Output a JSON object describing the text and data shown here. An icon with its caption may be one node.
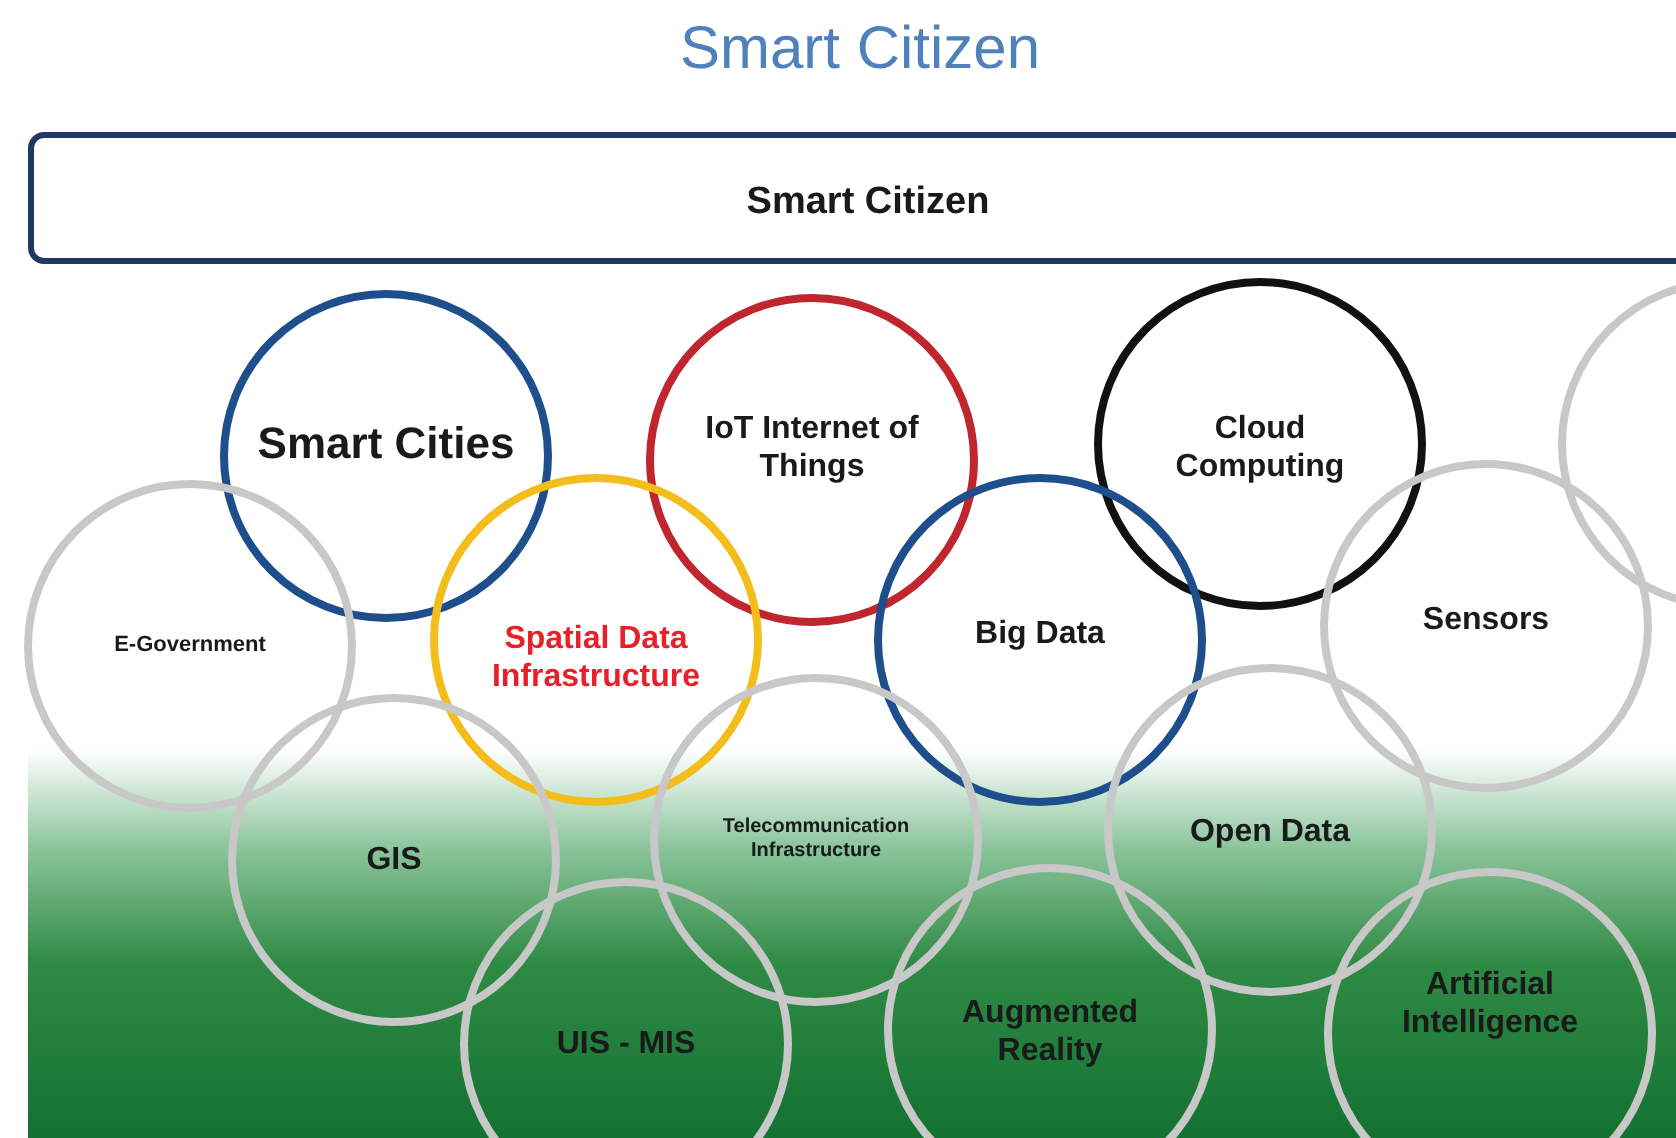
{
  "diagram": {
    "title": "Smart Citizen",
    "nodes": [
      {
        "text": [
          "Smart Citizen"
        ]
      },
      {
        "text": [
          "Smart Cities"
        ]
      },
      {
        "text": [
          "IoT Internet of Things"
        ]
      },
      {
        "text": [
          "Cloud Computing"
        ]
      },
      {
        "text": [],
        "shape": "circle"
      },
      {
        "text": [
          "E-Government"
        ]
      },
      {
        "text": [
          "Spatial Data Infrastructure"
        ]
      },
      {
        "text": [
          "Big Data"
        ]
      },
      {
        "text": [
          "Sensors"
        ]
      },
      {
        "text": [
          "GIS"
        ]
      },
      {
        "text": [
          "Telecommunication Infrastructure"
        ]
      },
      {
        "text": [
          "Open Data"
        ]
      },
      {
        "text": [
          "UIS - MIS"
        ]
      },
      {
        "text": [
          "Augmented Reality"
        ]
      },
      {
        "text": [
          "Artificial Intelligence"
        ]
      }
    ],
    "edges": []
  }
}
